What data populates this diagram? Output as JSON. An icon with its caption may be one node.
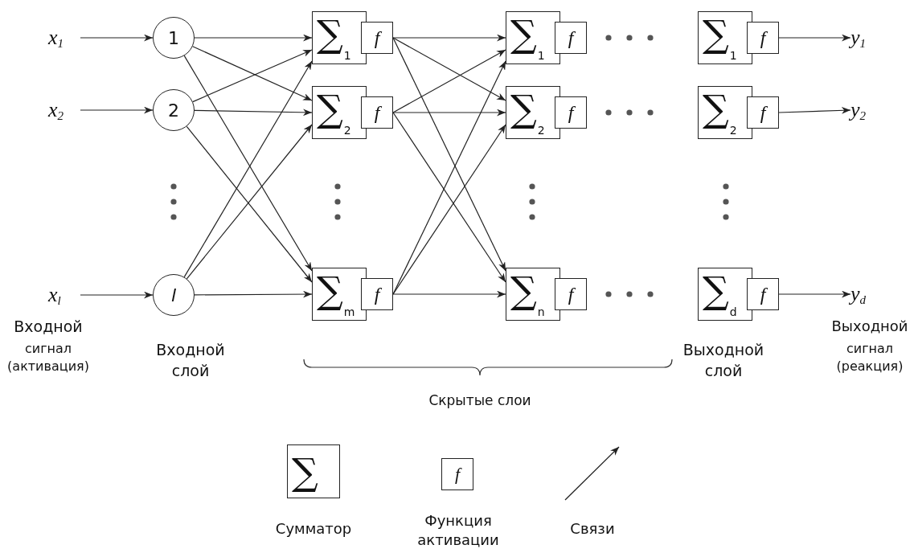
{
  "diagram": {
    "nodes": [
      {
        "text": [
          "x$_{1}$"
        ]
      },
      {
        "text": [
          "x$_{2}$"
        ]
      },
      {
        "text": [
          "x$_{l}$"
        ]
      },
      {
        "text": [
          "1"
        ]
      },
      {
        "text": [
          "2"
        ]
      },
      {
        "text": [
          "*l*"
        ]
      },
      {
        "text": [
          "∑$_{1}$"
        ]
      },
      {
        "text": [
          "f"
        ]
      },
      {
        "text": [
          "∑$_{2}$"
        ]
      },
      {
        "text": [
          "f"
        ]
      },
      {
        "text": [
          "∑$_{m}$"
        ]
      },
      {
        "text": [
          "f"
        ]
      },
      {
        "text": [
          "∑$_{1}$"
        ]
      },
      {
        "text": [
          "f"
        ]
      },
      {
        "text": [
          "∑$_{2}$"
        ]
      },
      {
        "text": [
          "f"
        ]
      },
      {
        "text": [
          "∑$_{n}$"
        ]
      },
      {
        "text": [
          "f"
        ]
      },
      {
        "text": [
          "∑$_{1}$"
        ]
      },
      {
        "text": [
          "f"
        ]
      },
      {
        "text": [
          "∑$_{2}$"
        ]
      },
      {
        "text": [
          "f"
        ]
      },
      {
        "text": [
          "∑$_{d}$"
        ]
      },
      {
        "text": [
          "f"
        ]
      },
      {
        "text": [
          "y$_{1}$"
        ]
      },
      {
        "text": [
          "y$_{2}$"
        ]
      },
      {
        "text": [
          "y$_{d}$"
        ]
      },
      {
        "text": [
          "∑"
        ],
        "beside": [
          "Сумматор"
        ]
      },
      {
        "text": [
          "f"
        ],
        "beside": [
          "Функция активации"
        ]
      }
    ],
    "edges": [
      {
        "from": 0,
        "to": 3,
        "arrow": "to"
      },
      {
        "from": 1,
        "to": 4,
        "arrow": "to"
      },
      {
        "from": 2,
        "to": 5,
        "arrow": "to"
      },
      {
        "from": 3,
        "to": 6,
        "arrow": "to"
      },
      {
        "from": 3,
        "to": 8,
        "arrow": "to"
      },
      {
        "from": 3,
        "to": 10,
        "arrow": "to"
      },
      {
        "from": 4,
        "to": 6,
        "arrow": "to"
      },
      {
        "from": 4,
        "to": 8,
        "arrow": "to"
      },
      {
        "from": 4,
        "to": 10,
        "arrow": "to"
      },
      {
        "from": 5,
        "to": 6,
        "arrow": "to"
      },
      {
        "from": 5,
        "to": 8,
        "arrow": "to"
      },
      {
        "from": 5,
        "to": 10,
        "arrow": "to"
      },
      {
        "from": 7,
        "to": 12,
        "arrow": "to"
      },
      {
        "from": 7,
        "to": 14,
        "arrow": "to"
      },
      {
        "from": 7,
        "to": 16,
        "arrow": "to"
      },
      {
        "from": 9,
        "to": 12,
        "arrow": "to"
      },
      {
        "from": 9,
        "to": 14,
        "arrow": "to"
      },
      {
        "from": 9,
        "to": 16,
        "arrow": "to"
      },
      {
        "from": 11,
        "to": 12,
        "arrow": "to"
      },
      {
        "from": 11,
        "to": 14,
        "arrow": "to"
      },
      {
        "from": 11,
        "to": 16,
        "arrow": "to"
      },
      {
        "from": 19,
        "to": 24,
        "arrow": "to"
      },
      {
        "from": 21,
        "to": 25,
        "arrow": "to"
      },
      {
        "from": 23,
        "to": 26,
        "arrow": "to"
      }
    ],
    "labels": [
      "Входной",
      "сигнал (активация)",
      "Входной слой",
      "Скрытые слои",
      "Выходной слой",
      "Выходной",
      "сигнал (реакция)",
      "Связи"
    ]
  }
}
